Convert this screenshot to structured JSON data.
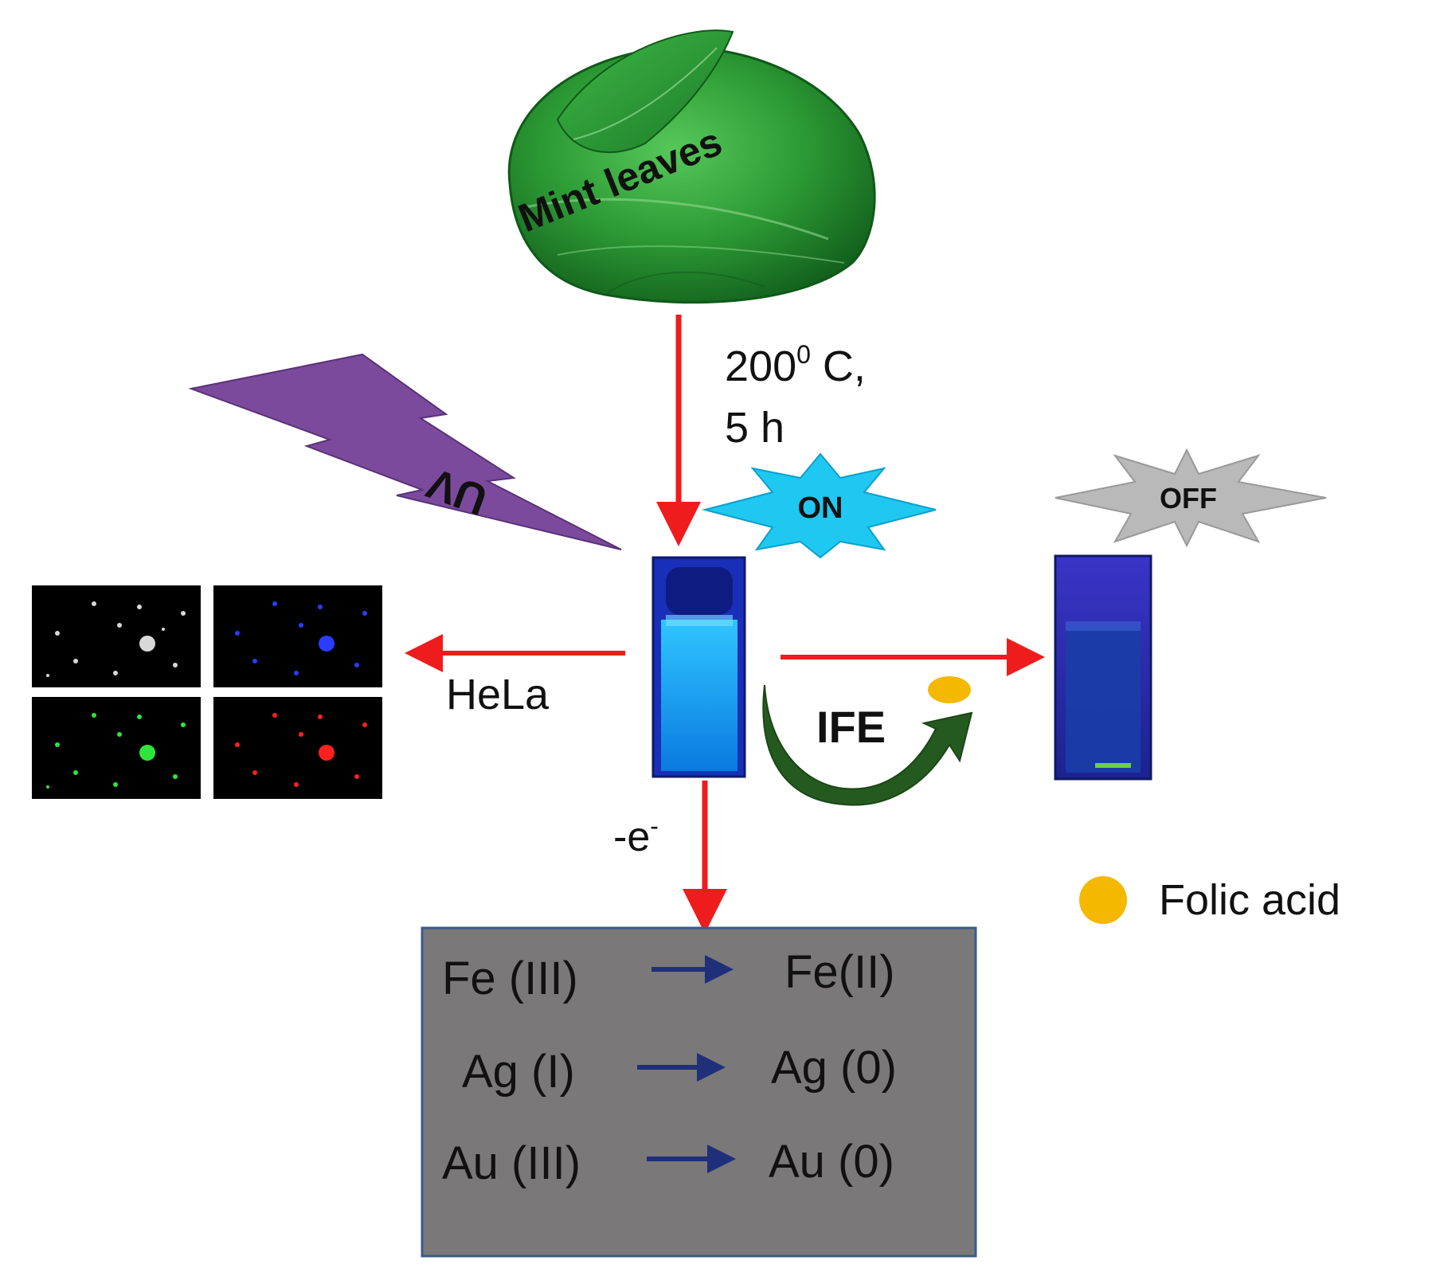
{
  "leaf": {
    "label": "Mint leaves"
  },
  "synthesis": {
    "temperature": "200",
    "temp_sup": "0",
    "temp_unit": " C,",
    "duration": "5 h"
  },
  "uv": {
    "label": "UV"
  },
  "states": {
    "on": "ON",
    "off": "OFF"
  },
  "imaging": {
    "label": "HeLa"
  },
  "electron": {
    "label": "-e",
    "sup": "-"
  },
  "ife": {
    "label": "IFE"
  },
  "legend": {
    "folic_acid": "Folic acid"
  },
  "reductions": [
    {
      "from": "Fe (III)",
      "to": "Fe(II)"
    },
    {
      "from": "Ag (I)",
      "to": "Ag (0)"
    },
    {
      "from": "Au (III)",
      "to": "Au (0)"
    }
  ],
  "colors": {
    "arrow_red": "#ee1c1c",
    "uv_purple": "#7b4a9c",
    "on_burst": "#1fc8f0",
    "off_burst": "#b9b9b9",
    "folic_yellow": "#f5b800",
    "ife_green": "#245a1f",
    "box_gray": "#7a7878",
    "box_border": "#3a5c8a",
    "reduce_arrow": "#1f2f7a",
    "leaf_green": "#2f9a35"
  }
}
